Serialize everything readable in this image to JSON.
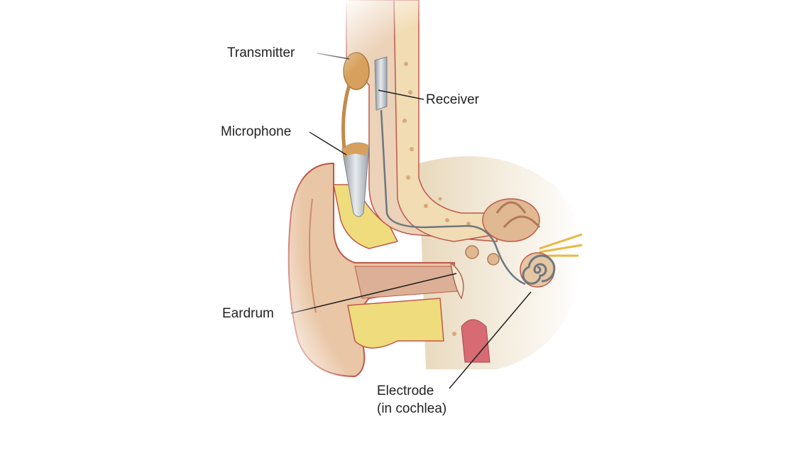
{
  "diagram": {
    "subject": "Cochlear implant in the ear (cross-section)",
    "labels": {
      "transmitter": "Transmitter",
      "receiver": "Receiver",
      "microphone": "Microphone",
      "eardrum": "Eardrum",
      "electrode_line1": "Electrode",
      "electrode_line2": "(in cochlea)"
    },
    "colors": {
      "background": "#ffffff",
      "skin": "#e9c6a6",
      "skin_dark": "#d7a07c",
      "outline": "#c0574a",
      "bone": "#f1dcb4",
      "bone_dots": "#d8a97c",
      "cartilage": "#eedc7d",
      "device_metal": "#b8c0c8",
      "device_gold": "#d7a05c",
      "wire": "#6e7780",
      "leader_line": "#222222"
    }
  }
}
